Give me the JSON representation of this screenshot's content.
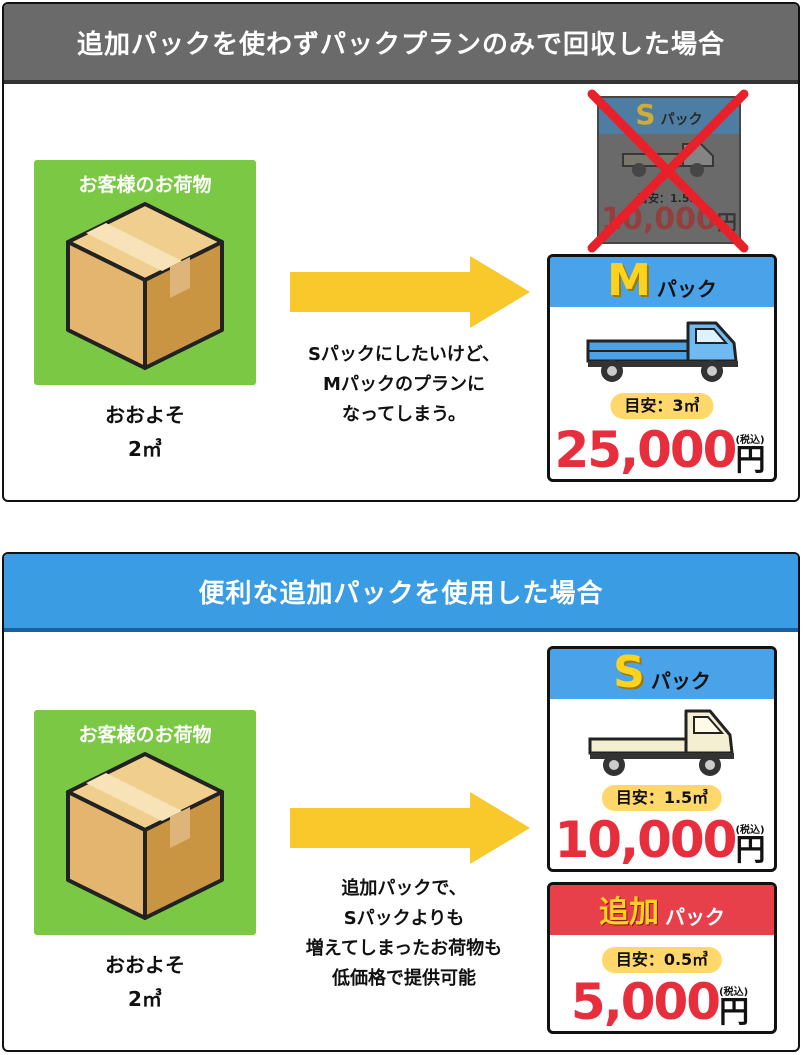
{
  "section1": {
    "title": "追加パックを使わずパックプランのみで回収した場合",
    "cargo_title": "お客様のお荷物",
    "approx_line1": "おおよそ",
    "approx_line2": "2㎥",
    "desc_lines": [
      "Sパックにしたいけど、",
      "Mパックのプランに",
      "なってしまう。"
    ],
    "crossed_pack": {
      "letter": "S",
      "label": "パック",
      "badge": "目安：1.5m",
      "price": "10,000",
      "yen": "円"
    },
    "pack": {
      "letter": "M",
      "label": "パック",
      "badge": "目安：3㎥",
      "price": "25,000",
      "tax": "(税込)",
      "yen": "円"
    }
  },
  "section2": {
    "title": "便利な追加パックを使用した場合",
    "cargo_title": "お客様のお荷物",
    "approx_line1": "おおよそ",
    "approx_line2": "2㎥",
    "desc_lines": [
      "追加パックで、",
      "Sパックよりも",
      "増えてしまったお荷物も",
      "低価格で提供可能"
    ],
    "s_pack": {
      "letter": "S",
      "label": "パック",
      "badge": "目安：1.5㎥",
      "price": "10,000",
      "tax": "(税込)",
      "yen": "円"
    },
    "add_pack": {
      "letter": "追加",
      "label": "パック",
      "badge": "目安：0.5㎥",
      "price": "5,000",
      "tax": "(税込)",
      "yen": "円"
    }
  },
  "colors": {
    "gray_head": "#6a6a6a",
    "blue_head": "#3a9de3",
    "cargo_green": "#7ac843",
    "arrow_yellow": "#f9c92c",
    "price_red": "#e62e3c",
    "pack_red": "#e8404a"
  }
}
